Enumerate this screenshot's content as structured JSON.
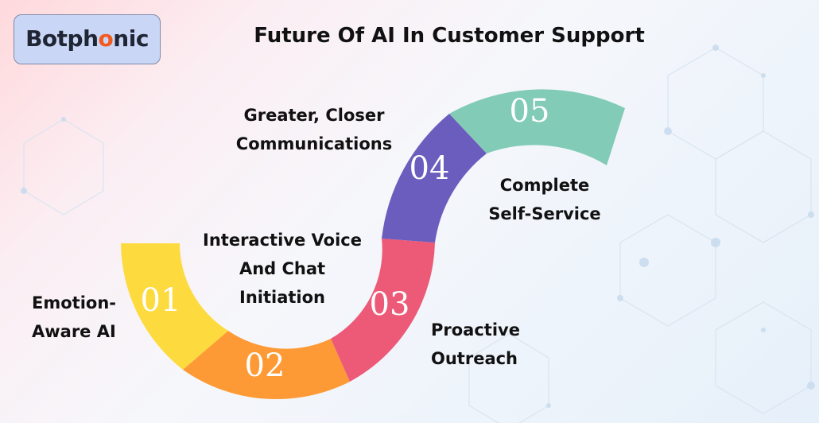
{
  "brand": {
    "name_main": "Botph",
    "name_accent": "o",
    "name_end": "nic"
  },
  "title": "Future Of AI In Customer Support",
  "steps": [
    {
      "number": "01",
      "label_lines": [
        "Emotion-",
        "Aware AI"
      ],
      "color": "#fddb3f"
    },
    {
      "number": "02",
      "label_lines": [
        "Interactive Voice",
        "And Chat",
        "Initiation"
      ],
      "color": "#fd9a35"
    },
    {
      "number": "03",
      "label_lines": [
        "Proactive",
        "Outreach"
      ],
      "color": "#ec5a78"
    },
    {
      "number": "04",
      "label_lines": [
        "Greater, Closer",
        "Communications"
      ],
      "color": "#6a5dbd"
    },
    {
      "number": "05",
      "label_lines": [
        "Complete",
        "Self-Service"
      ],
      "color": "#82cbb6"
    }
  ]
}
